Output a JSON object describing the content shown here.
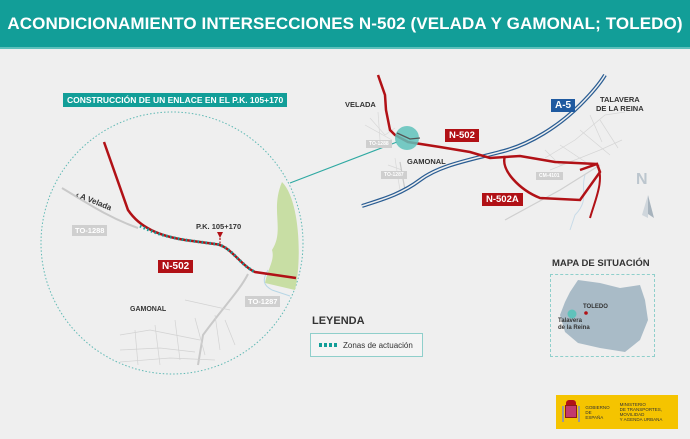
{
  "header": {
    "title": "ACONDICIONAMIENTO INTERSECCIONES N-502 (VELADA Y GAMONAL; TOLEDO)",
    "color": "#129e98"
  },
  "detail": {
    "section_label": "CONSTRUCCIÓN DE UN ENLACE EN EL P.K. 105+170",
    "direction_label": "‹ A Velada",
    "pk_label": "P.K. 105+170",
    "road_n502": "N-502",
    "road_to1288": "TO-1288",
    "road_to1287": "TO-1287",
    "town_gamonal": "GAMONAL"
  },
  "overview": {
    "town_velada": "VELADA",
    "town_gamonal": "GAMONAL",
    "town_talavera": "TALAVERA\nDE LA REINA",
    "town_talavera_line1": "TALAVERA",
    "town_talavera_line2": "DE LA REINA",
    "road_n502": "N-502",
    "road_n502a": "N-502A",
    "road_a5": "A-5",
    "road_to1288": "TO-1288",
    "road_to1287": "TO-1287",
    "road_cm4101": "CM-4101",
    "north_label": "N"
  },
  "legend": {
    "title": "LEYENDA",
    "items": [
      {
        "label": "Zonas de actuación",
        "swatch_color": "#129e98"
      }
    ]
  },
  "situation_map": {
    "title": "MAPA DE SITUACIÓN",
    "city_toledo": "TOLEDO",
    "city_talavera_line1": "Talavera",
    "city_talavera_line2": "de la Reina"
  },
  "footer": {
    "gov_line1": "GOBIERNO",
    "gov_line2": "DE ESPAÑA",
    "ministry_line1": "MINISTERIO",
    "ministry_line2": "DE TRANSPORTES, MOVILIDAD",
    "ministry_line3": "Y AGENDA URBANA"
  },
  "colors": {
    "road_red": "#b11116",
    "teal": "#129e98",
    "a5_blue": "#1f5aa0",
    "park_green": "#c8dea4"
  }
}
